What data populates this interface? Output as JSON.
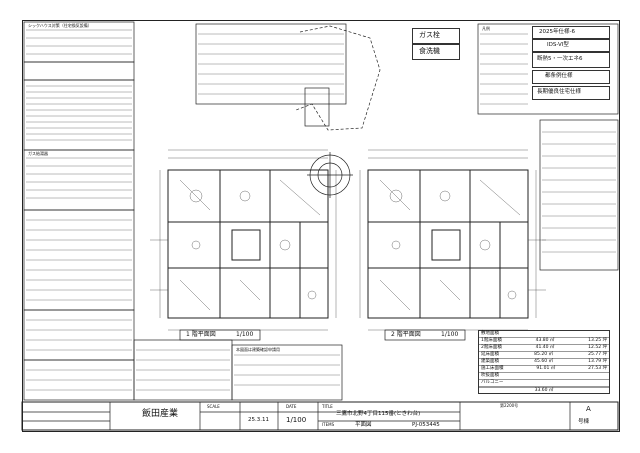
{
  "top_right_boxes": {
    "gas": "ガス栓",
    "dish": "食洗機",
    "spec_year": "2025年仕様-6",
    "ids": "IDS-VI型",
    "insulation": "断熱5・一次エネ6",
    "fire": "都条例仕様",
    "long_life": "長期優良住宅仕様"
  },
  "plans": {
    "floor1_label": "1 階平面図",
    "floor1_scale": "1/100",
    "floor2_label": "2 階平面図",
    "floor2_scale": "1/100"
  },
  "area_table": {
    "rows": [
      {
        "label": "敷地面積",
        "v1": "",
        "v2": ""
      },
      {
        "label": "1階床面積",
        "v1": "43.80",
        "v2": "13.25"
      },
      {
        "label": "2階床面積",
        "v1": "41.40",
        "v2": "12.52"
      },
      {
        "label": "延床面積",
        "v1": "85.20",
        "v2": "25.77"
      },
      {
        "label": "建築面積",
        "v1": "45.60",
        "v2": "13.79"
      },
      {
        "label": "施工床面積",
        "v1": "91.01",
        "v2": "27.53"
      },
      {
        "label": "吹抜面積",
        "v1": "",
        "v2": ""
      },
      {
        "label": "バルコニー",
        "v1": "",
        "v2": ""
      },
      {
        "label": "",
        "v1": "",
        "v2": ""
      },
      {
        "label": "",
        "v1": "33.60",
        "v2": ""
      }
    ],
    "unit1": "㎡",
    "unit2": "坪"
  },
  "title_block": {
    "company": "飯田産業",
    "date": "25.3.11",
    "scale": "1/100",
    "project": "三鷹市北野4丁目115番(ときわ台)",
    "drawing": "平面図",
    "number": "PJ-053445",
    "rev": "A",
    "sheet": "号棟",
    "kensha_no": "第2200号",
    "header_date": "DATE",
    "header_scale": "SCALE",
    "header_title": "TITLE",
    "header_items": "ITEMS"
  },
  "notes": {
    "top_left_title": "シックハウス対策（住宅換気設備）",
    "equipment_title": "ガス給湯器",
    "legend_title": "凡例",
    "bottom_notes": "本図面は建築確認申請用"
  },
  "colors": {
    "line": "#222222",
    "paper": "#ffffff"
  }
}
